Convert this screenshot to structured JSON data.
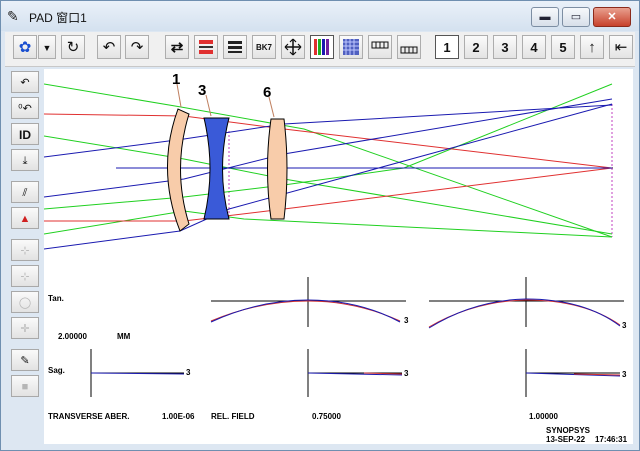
{
  "window": {
    "title": "PAD 窗口1",
    "app_icon": "pad-app-icon",
    "controls": {
      "minimize": "▬",
      "maximize": "▭",
      "close": "✕"
    }
  },
  "toolbar": {
    "glyphs": {
      "gear": "✿",
      "dropdown": "▼",
      "refresh": "↻",
      "undo": "↶",
      "redo": "↷",
      "settings": "⇄",
      "bk7": "BK7",
      "pages": [
        "1",
        "2",
        "3",
        "4",
        "5"
      ],
      "up": "↑",
      "first": "⇤"
    },
    "selected_page": "1"
  },
  "sidebar": {
    "items": [
      {
        "name": "undo-lens-icon",
        "glyph": "↶",
        "enabled": true
      },
      {
        "name": "zero-rotate-icon",
        "glyph": "⁰↶",
        "enabled": true
      },
      {
        "name": "id-icon",
        "glyph": "ID",
        "enabled": true
      },
      {
        "name": "download-icon",
        "glyph": "⤓",
        "enabled": true
      },
      {
        "name": "prism-icon",
        "glyph": "⫽",
        "enabled": true
      },
      {
        "name": "triangle-red-icon",
        "glyph": "▲",
        "enabled": true
      },
      {
        "name": "ray-tool-1-icon",
        "glyph": "⊹",
        "enabled": false
      },
      {
        "name": "ray-tool-2-icon",
        "glyph": "⊹",
        "enabled": false
      },
      {
        "name": "circle-tool-icon",
        "glyph": "◯",
        "enabled": false
      },
      {
        "name": "cross-tool-icon",
        "glyph": "✛",
        "enabled": false
      },
      {
        "name": "pen-tool-icon",
        "glyph": "✎",
        "enabled": true
      },
      {
        "name": "block-tool-icon",
        "glyph": "■",
        "enabled": false
      }
    ]
  },
  "lens": {
    "element_labels": [
      "1",
      "3",
      "6"
    ],
    "colors": {
      "red": "#e03030",
      "green": "#20d020",
      "blue": "#1a1ab0",
      "glass": "#f8ccaa",
      "lens_blue": "#3a5ad8",
      "axis": "#000000",
      "image_plane": "#c040c0"
    }
  },
  "aberrations": {
    "tan_label": "Tan.",
    "sag_label": "Sag.",
    "scale_value": "2.00000",
    "scale_unit": "MM",
    "curve_label": "3",
    "footer": {
      "title": "TRANSVERSE ABER.",
      "wavelength": "1.00E-06",
      "rel_field_label": "REL. FIELD",
      "field_mid": "0.75000",
      "field_max": "1.00000"
    },
    "colors": {
      "curve_blue": "#1a1ab0",
      "curve_red": "#d03030",
      "axis": "#000000"
    }
  },
  "footer_brand": {
    "company": "SYNOPSYS",
    "date": "13-SEP-22",
    "time": "17:46:31"
  }
}
